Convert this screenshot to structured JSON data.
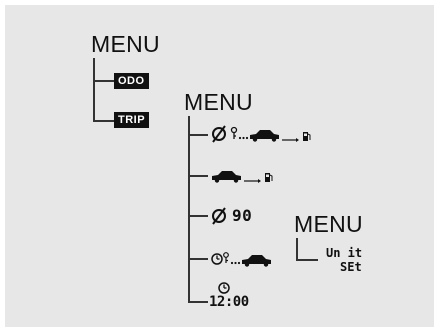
{
  "menus": {
    "first": {
      "label": "MENU",
      "items": [
        {
          "label": "ODO"
        },
        {
          "label": "TRIP"
        }
      ]
    },
    "second": {
      "label": "MENU"
    },
    "third": {
      "label": "MENU"
    }
  },
  "display_readouts": {
    "avg_speed_value": "90",
    "clock_time": "12:00",
    "unit_set_line1": "Un it",
    "unit_set_line2": "SEt"
  },
  "icons": [
    "average-fuel-consumption-icon",
    "instant-fuel-consumption-icon",
    "average-speed-icon",
    "elapsed-time-icon",
    "clock-icon"
  ]
}
